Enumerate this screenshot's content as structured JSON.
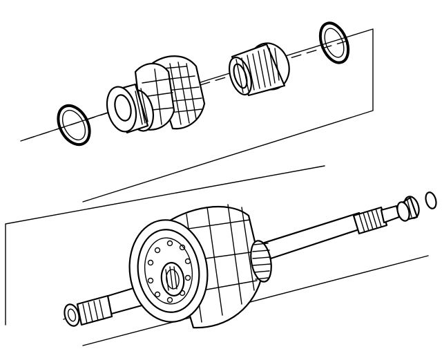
{
  "diagram": {
    "type": "exploded-assembly-line-drawing",
    "labels": [],
    "colors": {
      "background": "#ffffff",
      "line": "#000000"
    },
    "groups": [
      {
        "name": "upper-assembly",
        "parts": [
          "snap-ring-left",
          "sun-gear-hub",
          "needle-bearing",
          "snap-ring-right"
        ]
      },
      {
        "name": "lower-assembly",
        "parts": [
          "input-shaft",
          "clutch-drum",
          "splined-gear",
          "shaft-bearing",
          "end-ring"
        ]
      }
    ]
  }
}
